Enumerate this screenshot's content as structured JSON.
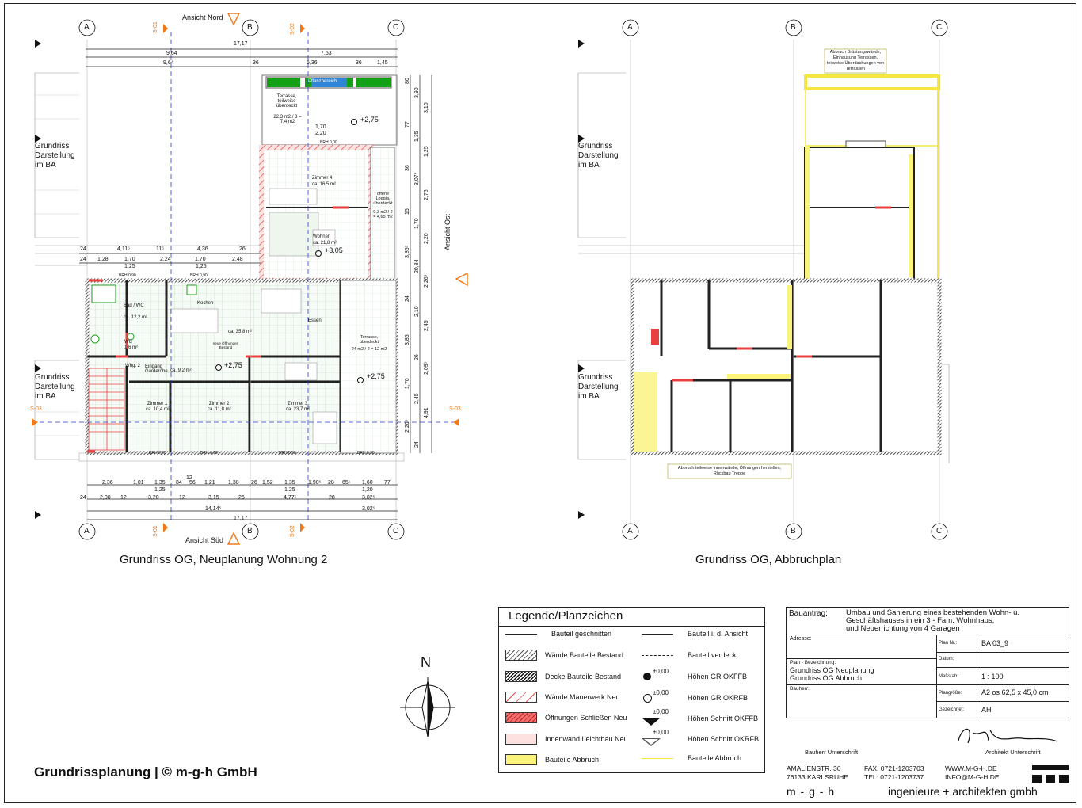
{
  "plans": [
    {
      "title": "Grundriss OG, Neuplanung Wohnung 2"
    },
    {
      "title": "Grundriss OG, Abbruchplan"
    }
  ],
  "axes": [
    "A",
    "B",
    "C"
  ],
  "views": {
    "nord": "Ansicht Nord",
    "sued": "Ansicht Süd",
    "ost": "Ansicht Ost"
  },
  "sections": {
    "s01": "S-01",
    "s02": "S-02",
    "s03": "S-03"
  },
  "side_label": [
    "Grundriss",
    "Darstellung",
    "im BA"
  ],
  "rooms": [
    {
      "name": "Terrasse, teilweise überdeckt",
      "area": "22,3 m2 / 3 = 7,4 m2"
    },
    {
      "name": "Zimmer 4",
      "area": "ca. 16,5 m²"
    },
    {
      "name": "offene Loggia, überdeckt",
      "area": "9,3 m2 / 2 = 4,65 m2"
    },
    {
      "name": "Wohnen",
      "area": "ca. 21,8 m²"
    },
    {
      "name": "Bad / WC",
      "area": "ca. 12,2 m²"
    },
    {
      "name": "WC",
      "area": "1,6 m²"
    },
    {
      "name": "Kochen",
      "area": ""
    },
    {
      "name": "Essen",
      "area": "ca. 35,8 m²"
    },
    {
      "name": "Terrasse, überdeckt",
      "area": "24 m2 / 2 = 12 m2"
    },
    {
      "name": "Eingang Garderobe",
      "area": "ca. 9,2 m²"
    },
    {
      "name": "Zimmer 1",
      "area": "ca. 10,4 m²"
    },
    {
      "name": "Zimmer 2",
      "area": "ca. 11,8 m²"
    },
    {
      "name": "Zimmer 3",
      "area": "ca. 23,7 m²"
    }
  ],
  "pflanz": "Pflanzbereich",
  "whg": "Whg. 2",
  "levels": [
    "+2,75",
    "+3,05",
    "+2,75",
    "+2,75"
  ],
  "brh": "BRH 0,90",
  "brh0": "BRH 0,00",
  "dims": {
    "top1": "17,17",
    "top2a": "9,64",
    "top2b": "7,53",
    "top3": [
      "9,64",
      "36",
      "5,36",
      "36",
      "1,45"
    ],
    "mid1": [
      "24",
      "4,11⁵",
      "11⁵",
      "4,36",
      "26"
    ],
    "mid2": [
      "24",
      "1,28",
      "1,70",
      "2,24",
      "1,70",
      "2,48"
    ],
    "mid3": [
      "1,25",
      "1,25"
    ],
    "right": [
      "80",
      "3,90",
      "3,10",
      "77",
      "1,35",
      "1,25",
      "36",
      "3,07⁵",
      "2,76",
      "15",
      "1,70",
      "2,20",
      "3,85⁵",
      "20,84",
      "2,26⁵",
      "24",
      "2,10",
      "2,45",
      "3,85",
      "26",
      "2,09⁵",
      "1,70",
      "2,45",
      "4,91",
      "2,20⁵",
      "24"
    ],
    "bot1": [
      "2,36",
      "1,01",
      "1,35",
      "84",
      "12",
      "56",
      "1,21",
      "1,38",
      "26",
      "1,52",
      "1,35",
      "1,90⁵",
      "28",
      "65⁵",
      "1,60",
      "77"
    ],
    "bot1b": [
      "1,25",
      "1,25",
      "1,20"
    ],
    "bot2": [
      "24",
      "2,00",
      "12",
      "3,20",
      "12",
      "3,15",
      "26",
      "4,77⁵",
      "28",
      "3,02⁵"
    ],
    "bot3": [
      "14,14⁵",
      "3,02⁵"
    ],
    "bot4": "17,17",
    "small_vals": [
      "1,70",
      "2,20"
    ]
  },
  "notes": {
    "abbruch_top": "Abbruch Brüstungswände, Einhausung Terrassen, teilweise Überdachungen von Terrassen",
    "abbruch_bottom": "Abbruch teilweise Innenwände, Öffnungen herstellen, Rückbau Treppe",
    "oeffnungen": "neue Öffnungen Bestand"
  },
  "legend": {
    "title": "Legende/Planzeichen",
    "left": [
      "Bauteil geschnitten",
      "Wände Bauteile Bestand",
      "Decke Bauteile Bestand",
      "Wände Mauerwerk Neu",
      "Öffnungen Schließen Neu",
      "Innenwand Leichtbau Neu",
      "Bauteile Abbruch"
    ],
    "right": [
      "Bauteil i. d. Ansicht",
      "Bauteil verdeckt",
      "Höhen GR OKFFB",
      "Höhen GR OKRFB",
      "Höhen Schnitt OKFFB",
      "Höhen Schnitt OKRFB",
      "Bauteile Abbruch"
    ],
    "level_sym": "±0,00"
  },
  "titleblock": {
    "bauantrag_label": "Bauantrag:",
    "bauantrag_text": [
      "Umbau und Sanierung eines bestehenden Wohn- u.",
      "Geschäftshauses in ein 3 - Fam. Wohnhaus,",
      "und Neuerrichtung von 4 Garagen"
    ],
    "adresse": "Adresse:",
    "plan_nr_label": "Plan Nr.:",
    "plan_nr": "BA 03_9",
    "datum_label": "Datum:",
    "plan_bez_label": "Plan - Bezeichnung:",
    "plan_bez": [
      "Grundriss OG Neuplanung",
      "Grundriss OG Abbruch"
    ],
    "massstab_label": "Maßstab:",
    "massstab": "1 : 100",
    "bauherr": "Bauherr:",
    "plangroesse_label": "Plangröße:",
    "plangroesse": "A2 os 62,5 x 45,0 cm",
    "gezeichnet_label": "Gezeichnet:",
    "gezeichnet": "AH",
    "bauherr_sig": "Bauherr Unterschrift",
    "architekt_sig": "Architekt Unterschrift"
  },
  "company": {
    "addr1": "AMALIENSTR. 36",
    "addr2": "76133 KARLSRUHE",
    "fax": "FAX: 0721-1203703",
    "tel": "TEL: 0721-1203737",
    "web": "WWW.M-G-H.DE",
    "mail": "INFO@M-G-H.DE",
    "name_left": "m - g - h",
    "name_right": "ingenieure + architekten  gmbh"
  },
  "north": "N",
  "footer": "Grundrissplanung | © m-g-h GmbH",
  "colors": {
    "abbruch": "#fbf37a",
    "neu": "#f08080",
    "schliessen": "#e83a3a",
    "pflanz": "#1a8a1a",
    "accent": "#f07818",
    "axis": "#2a3ad8"
  }
}
